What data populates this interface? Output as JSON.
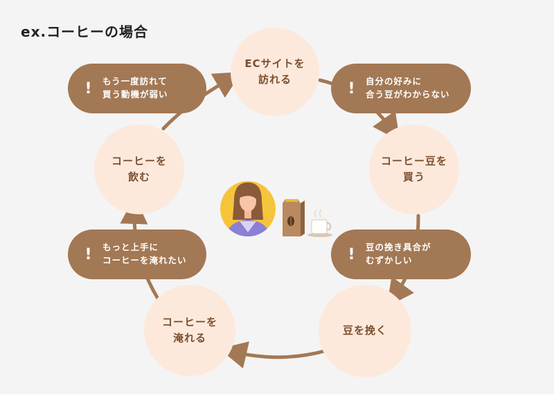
{
  "title": "ex.コーヒーの場合",
  "colors": {
    "node_fill": "#fde9dc",
    "node_text": "#7b4f2e",
    "pain_fill": "#a37854",
    "arrow": "#a37854"
  },
  "steps": [
    {
      "line1": "ECサイトを",
      "line2": "訪れる"
    },
    {
      "line1": "コーヒー豆を",
      "line2": "買う"
    },
    {
      "line1": "豆を挽く",
      "line2": ""
    },
    {
      "line1": "コーヒーを",
      "line2": "淹れる"
    },
    {
      "line1": "コーヒーを",
      "line2": "飲む"
    }
  ],
  "pain_points": [
    {
      "icon": "!",
      "line1": "自分の好みに",
      "line2": "合う豆がわからない"
    },
    {
      "icon": "!",
      "line1": "豆の挽き具合が",
      "line2": "むずかしい"
    },
    {
      "icon": "!",
      "line1": "もっと上手に",
      "line2": "コーヒーを淹れたい"
    },
    {
      "icon": "!",
      "line1": "もう一度訪れて",
      "line2": "買う動機が弱い"
    }
  ],
  "center_icons": [
    "woman-avatar-icon",
    "coffee-bag-icon",
    "coffee-cup-icon"
  ]
}
